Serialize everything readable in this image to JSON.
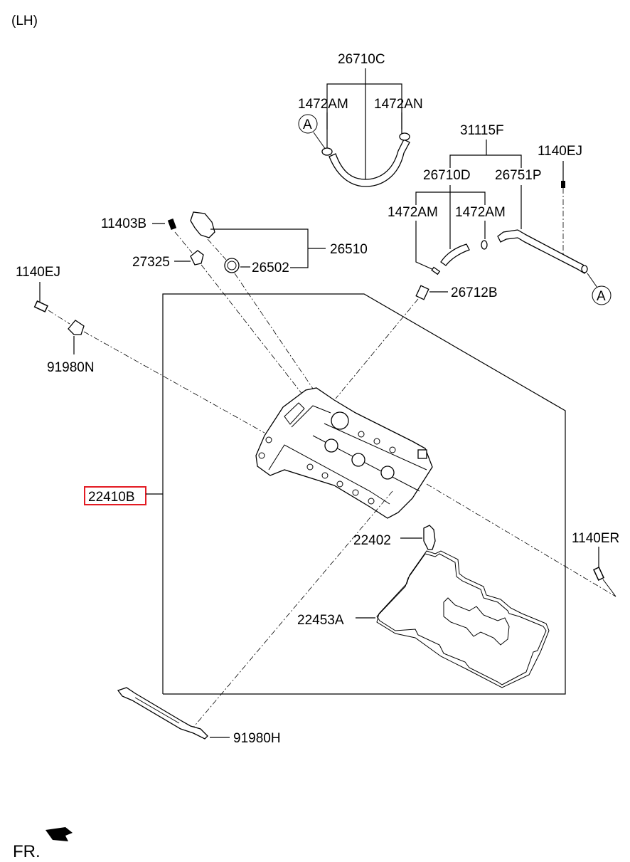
{
  "header": {
    "side_label": "(LH)"
  },
  "callouts": {
    "c26710C": "26710C",
    "c1472AM_a": "1472AM",
    "c1472AN": "1472AN",
    "c31115F": "31115F",
    "c1140EJ_right": "1140EJ",
    "c26710D": "26710D",
    "c26751P": "26751P",
    "c1472AM_b": "1472AM",
    "c1472AM_c": "1472AM",
    "c11403B": "11403B",
    "c26510": "26510",
    "c27325": "27325",
    "c26502": "26502",
    "c1140EJ_left": "1140EJ",
    "c26712B": "26712B",
    "c91980N": "91980N",
    "c22410B": "22410B",
    "c22402": "22402",
    "c1140ER": "1140ER",
    "c22453A": "22453A",
    "c91980H": "91980H"
  },
  "reference_markers": {
    "a_left": "A",
    "a_right": "A"
  },
  "highlighted_part": "22410B",
  "highlight_color": "#e31b23",
  "footer": {
    "front_label": "FR."
  }
}
